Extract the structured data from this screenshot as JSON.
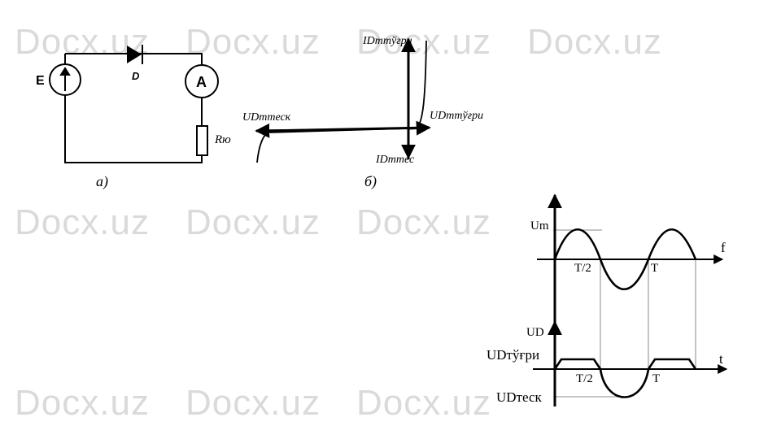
{
  "watermark": {
    "text": "Docx.uz"
  },
  "circuit": {
    "source_label": "E",
    "diode_label": "D",
    "ammeter_label": "A",
    "resistor_label": "Rю",
    "caption": "а)"
  },
  "iv_curve": {
    "y_pos_label": "IDmтўғри",
    "y_neg_label": "IDmтес",
    "x_neg_label": "UDmтеск",
    "x_pos_label": "UDmтўғри",
    "caption": "б)"
  },
  "waveforms": {
    "top": {
      "amplitude_label": "Um",
      "axis_label": "f",
      "half_period_label": "T/2",
      "period_label": "T"
    },
    "bottom": {
      "y_axis_label": "UD",
      "forward_level_label": "UDтўғри",
      "reverse_level_label": "UDтеск",
      "axis_label": "t",
      "half_period_label": "T/2",
      "period_label": "T"
    }
  },
  "colors": {
    "ink": "#000000",
    "watermark": "#dadada",
    "guide": "#888888"
  }
}
